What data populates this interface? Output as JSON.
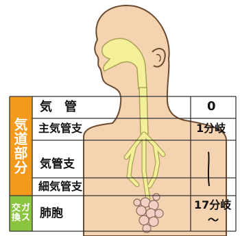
{
  "colors": {
    "airway_band": "#f39a1c",
    "exchange_band": "#8bc53f",
    "skin": "#f6d3b0",
    "skin_outline": "#6b4a2f",
    "airway": "#f4ef99",
    "airway_outline": "#a8a255",
    "grid_line": "#333333"
  },
  "side_labels": {
    "airway_section": [
      "気",
      "道",
      "部",
      "分"
    ],
    "exchange_section": {
      "col1": [
        "交",
        "換"
      ],
      "col2": [
        "ガ",
        "ス"
      ]
    }
  },
  "rows": [
    {
      "name": "気　管",
      "branch": "0"
    },
    {
      "name": "主気管支",
      "branch": "1分岐"
    },
    {
      "name": "気管支",
      "branch": ""
    },
    {
      "name": "細気管支",
      "branch": ""
    },
    {
      "name": "肺胞",
      "branch": "17分岐"
    }
  ],
  "branch_continuation": "〜"
}
